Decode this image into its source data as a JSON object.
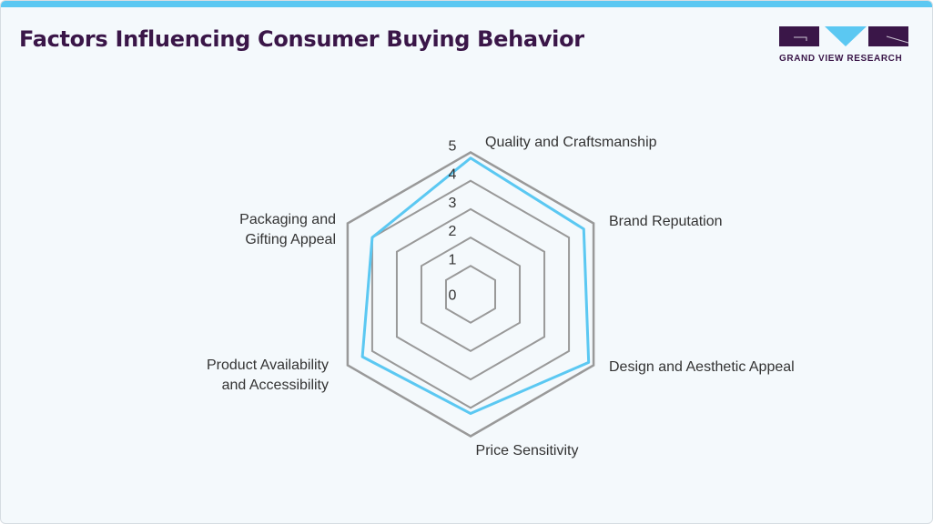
{
  "header": {
    "title": "Factors Influencing Consumer Buying Behavior",
    "brand": "GRAND VIEW RESEARCH"
  },
  "colors": {
    "accent": "#5bc8f2",
    "title": "#3a1648",
    "grid": "#999999"
  },
  "chart_data": {
    "type": "radar",
    "title": "Factors Influencing Consumer Buying Behavior",
    "categories": [
      [
        "Quality and Craftsmanship"
      ],
      [
        "Brand Reputation"
      ],
      [
        "Design and Aesthetic Appeal"
      ],
      [
        "Price Sensitivity"
      ],
      [
        "Product Availability",
        "and Accessibility"
      ],
      [
        "Packaging and",
        "Gifting Appeal"
      ]
    ],
    "series": [
      {
        "name": "Score",
        "values": [
          4.8,
          4.6,
          4.8,
          4.2,
          4.4,
          4.0
        ],
        "color": "#5bc8f2"
      }
    ],
    "rlim": [
      0,
      5
    ],
    "ticks": [
      "0",
      "1",
      "2",
      "3",
      "4",
      "5"
    ],
    "grid": true,
    "legend": "none"
  }
}
